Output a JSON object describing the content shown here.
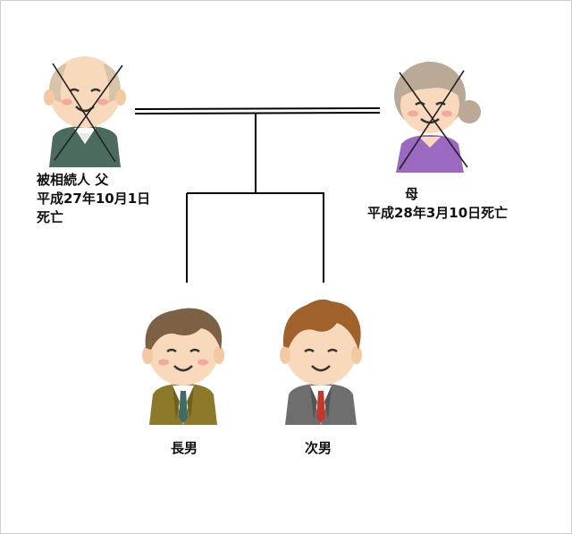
{
  "father": {
    "role_line": "被相続人 父",
    "death_date": "平成27年10月1日",
    "death_word": "死亡",
    "deceased_mark": "x-mark",
    "icon": "elderly-man-icon"
  },
  "mother": {
    "role_line": "母",
    "death_line": "平成28年3月10日死亡",
    "deceased_mark": "x-mark",
    "icon": "elderly-woman-icon"
  },
  "children": [
    {
      "label": "長男",
      "icon": "man-olive-suit-icon"
    },
    {
      "label": "次男",
      "icon": "man-gray-suit-icon"
    }
  ],
  "colors": {
    "line": "#000000",
    "skin": "#f9d9bb",
    "father_shirt": "#4b6b5e",
    "mother_shirt": "#9b69c2",
    "eldest_suit": "#8c7a2a",
    "second_suit": "#6e6e6e"
  }
}
